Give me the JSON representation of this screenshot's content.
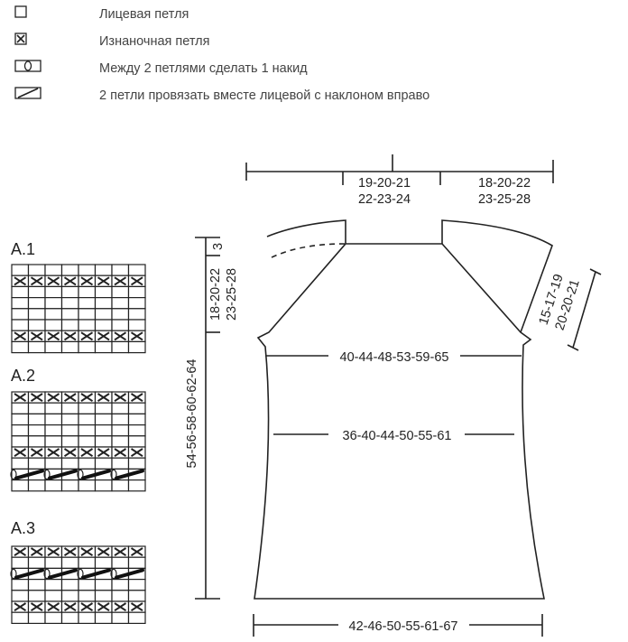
{
  "legend": [
    {
      "icon": "knit-stitch-icon",
      "label": "Лицевая петля"
    },
    {
      "icon": "purl-stitch-icon",
      "label": "Изнаночная петля"
    },
    {
      "icon": "yarn-over-icon",
      "label": "Между 2 петлями сделать 1 накид"
    },
    {
      "icon": "k2tog-right-icon",
      "label": "2 петли провязать вместе лицевой с наклоном вправо"
    }
  ],
  "charts": [
    {
      "title": "A.1",
      "columns": 8,
      "rows": [
        "knit",
        "purl",
        "knit",
        "knit",
        "knit",
        "knit",
        "purl",
        "knit"
      ]
    },
    {
      "title": "A.2",
      "columns": 8,
      "rows": [
        "purl",
        "knit",
        "knit",
        "knit",
        "knit",
        "purl",
        "knit",
        "k2tog",
        "knit"
      ]
    },
    {
      "title": "A.3",
      "columns": 8,
      "rows": [
        "purl",
        "knit",
        "k2tog",
        "knit",
        "knit",
        "purl",
        "knit"
      ]
    }
  ],
  "measurements": {
    "neck_width": [
      "19-20-21",
      "22-23-24"
    ],
    "shoulder_width": [
      "18-20-22",
      "23-25-28"
    ],
    "sleeve_top": [
      "15-17-19",
      "20-20-21"
    ],
    "neck_depth": "3",
    "armhole_depth": [
      "18-20-22",
      "23-25-28"
    ],
    "total_length": "54-56-58-60-62-64",
    "chest_width": "40-44-48-53-59-65",
    "waist_width": "36-40-44-50-55-61",
    "bottom_width": "42-46-50-55-61-67"
  }
}
